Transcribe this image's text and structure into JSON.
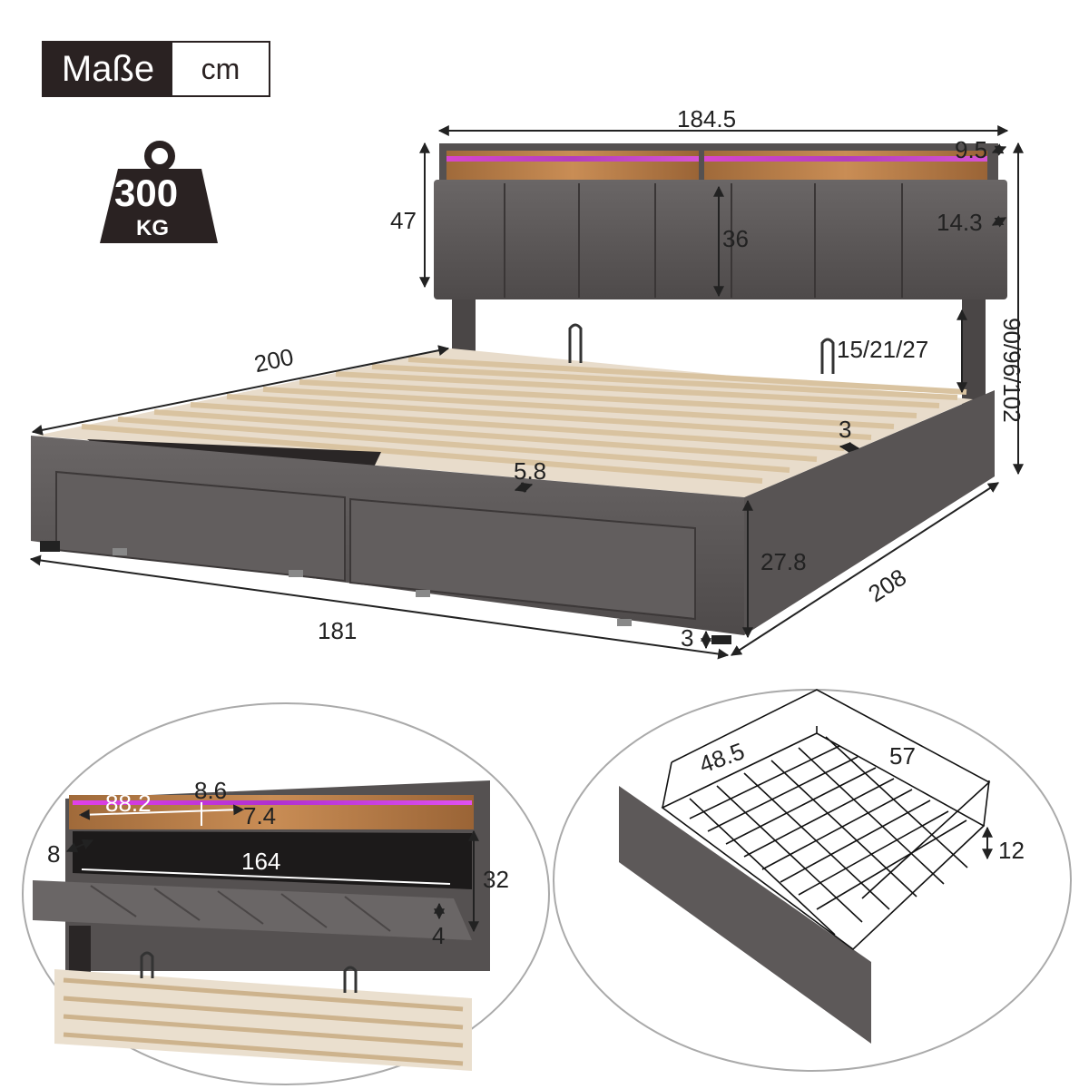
{
  "header": {
    "title": "Maße",
    "unit": "cm"
  },
  "weight": {
    "value": "300",
    "unit": "KG"
  },
  "main_dims": {
    "headboard_width": "184.5",
    "shelf_depth": "9.5",
    "headboard_height": "47",
    "panel_height": "36",
    "headboard_thickness": "14.3",
    "total_height": "90/96/102",
    "slat_height": "15/21/27",
    "length": "200",
    "slat_gap": "3",
    "slat_width": "5.8",
    "frame_height": "27.8",
    "total_length": "208",
    "width": "181",
    "foot_height": "3"
  },
  "storage_detail": {
    "shelf_length": "88.2",
    "shelf_height": "8.6",
    "shelf_depth": "7.4",
    "side_depth": "8",
    "compartment_length": "164",
    "compartment_height": "32",
    "lid_thickness": "4"
  },
  "drawer_detail": {
    "width": "48.5",
    "depth": "57",
    "height": "12"
  },
  "colors": {
    "fabric": "#5b5757",
    "dark": "#2a2222",
    "led": "#c04ad8",
    "wood": "#e8d2b0"
  }
}
